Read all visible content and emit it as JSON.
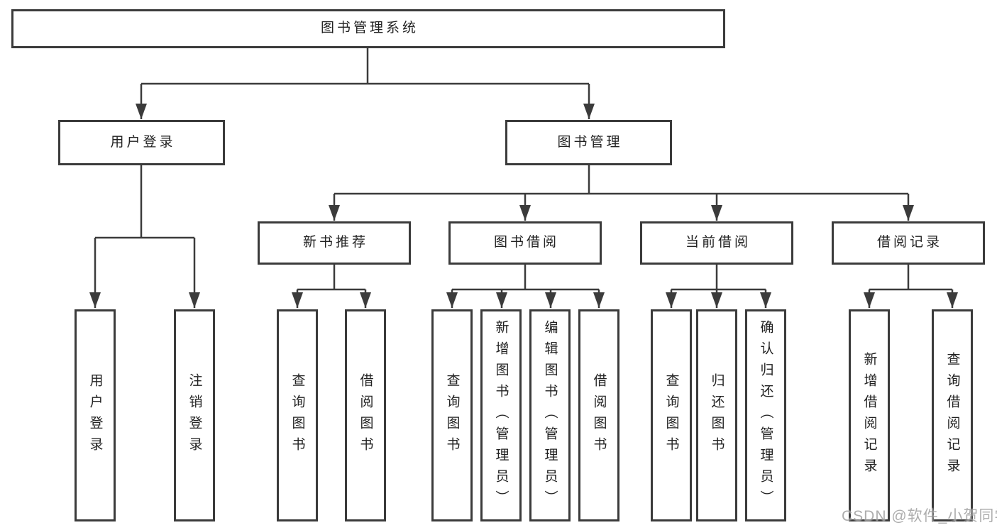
{
  "diagram": {
    "type": "hierarchy-tree",
    "title": "图书管理系统",
    "watermark": "CSDN @软件_小贺同学",
    "colors": {
      "line": "#3b3b3b",
      "box_border": "#3b3b3b",
      "box_fill": "#ffffff",
      "text": "#222222",
      "watermark": "#9f9f9f"
    },
    "nodes": {
      "root": {
        "label": "图书管理系统"
      },
      "user_login": {
        "label": "用户登录"
      },
      "book_mgmt": {
        "label": "图书管理"
      },
      "new_book_rec": {
        "label": "新书推荐"
      },
      "book_borrow": {
        "label": "图书借阅"
      },
      "current_borrow": {
        "label": "当前借阅"
      },
      "borrow_record": {
        "label": "借阅记录"
      },
      "leaf_user_login": {
        "label": "用户登录"
      },
      "leaf_logout": {
        "label": "注销登录"
      },
      "leaf_query_book_1": {
        "label": "查询图书"
      },
      "leaf_borrow_book_1": {
        "label": "借阅图书"
      },
      "leaf_query_book_2": {
        "label": "查询图书"
      },
      "leaf_add_book": {
        "label": "新增图书（管理员）"
      },
      "leaf_edit_book": {
        "label": "编辑图书（管理员）"
      },
      "leaf_borrow_book_2": {
        "label": "借阅图书"
      },
      "leaf_query_book_3": {
        "label": "查询图书"
      },
      "leaf_return_book": {
        "label": "归还图书"
      },
      "leaf_confirm_return": {
        "label": "确认归还（管理员）"
      },
      "leaf_add_record": {
        "label": "新增借阅记录"
      },
      "leaf_query_record": {
        "label": "查询借阅记录"
      }
    },
    "edges": [
      {
        "from": "root",
        "to": [
          "user_login",
          "book_mgmt"
        ]
      },
      {
        "from": "user_login",
        "to": [
          "leaf_user_login",
          "leaf_logout"
        ]
      },
      {
        "from": "book_mgmt",
        "to": [
          "new_book_rec",
          "book_borrow",
          "current_borrow",
          "borrow_record"
        ]
      },
      {
        "from": "new_book_rec",
        "to": [
          "leaf_query_book_1",
          "leaf_borrow_book_1"
        ]
      },
      {
        "from": "book_borrow",
        "to": [
          "leaf_query_book_2",
          "leaf_add_book",
          "leaf_edit_book",
          "leaf_borrow_book_2"
        ]
      },
      {
        "from": "current_borrow",
        "to": [
          "leaf_query_book_3",
          "leaf_return_book",
          "leaf_confirm_return"
        ]
      },
      {
        "from": "borrow_record",
        "to": [
          "leaf_add_record",
          "leaf_query_record"
        ]
      }
    ]
  }
}
